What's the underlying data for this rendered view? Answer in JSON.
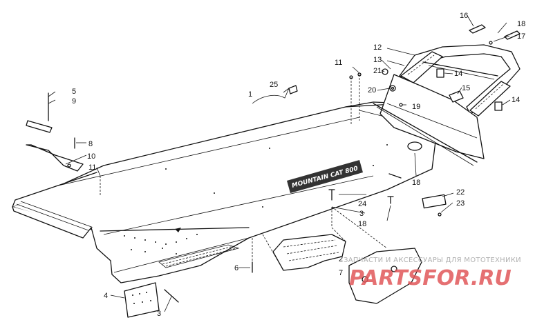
{
  "callouts": [
    {
      "id": "c1",
      "text": "1"
    },
    {
      "id": "c2",
      "text": "2"
    },
    {
      "id": "c3a",
      "text": "3"
    },
    {
      "id": "c3b",
      "text": "3"
    },
    {
      "id": "c4",
      "text": "4"
    },
    {
      "id": "c5",
      "text": "5"
    },
    {
      "id": "c6",
      "text": "6"
    },
    {
      "id": "c7",
      "text": "7"
    },
    {
      "id": "c8",
      "text": "8"
    },
    {
      "id": "c9",
      "text": "9"
    },
    {
      "id": "c10",
      "text": "10"
    },
    {
      "id": "c11a",
      "text": "11"
    },
    {
      "id": "c11b",
      "text": "11"
    },
    {
      "id": "c12",
      "text": "12"
    },
    {
      "id": "c13",
      "text": "13"
    },
    {
      "id": "c14a",
      "text": "14"
    },
    {
      "id": "c14b",
      "text": "14"
    },
    {
      "id": "c15",
      "text": "15"
    },
    {
      "id": "c16",
      "text": "16"
    },
    {
      "id": "c17",
      "text": "17"
    },
    {
      "id": "c18a",
      "text": "18"
    },
    {
      "id": "c18b",
      "text": "18"
    },
    {
      "id": "c18c",
      "text": "18"
    },
    {
      "id": "c19",
      "text": "19"
    },
    {
      "id": "c20",
      "text": "20"
    },
    {
      "id": "c21",
      "text": "21"
    },
    {
      "id": "c22",
      "text": "22"
    },
    {
      "id": "c23",
      "text": "23"
    },
    {
      "id": "c24",
      "text": "24"
    },
    {
      "id": "c25",
      "text": "25"
    }
  ],
  "decal_text": "MOUNTAIN CAT 800",
  "watermark": {
    "line1": "ЗАПЧАСТИ И АКСЕССУАРЫ ДЛЯ МОТОТЕХНИКИ",
    "line2": "PARTSFOR.RU"
  },
  "colors": {
    "ink": "#111111",
    "watermark_red": "#e1585a",
    "watermark_gray": "#b0b0b0"
  }
}
